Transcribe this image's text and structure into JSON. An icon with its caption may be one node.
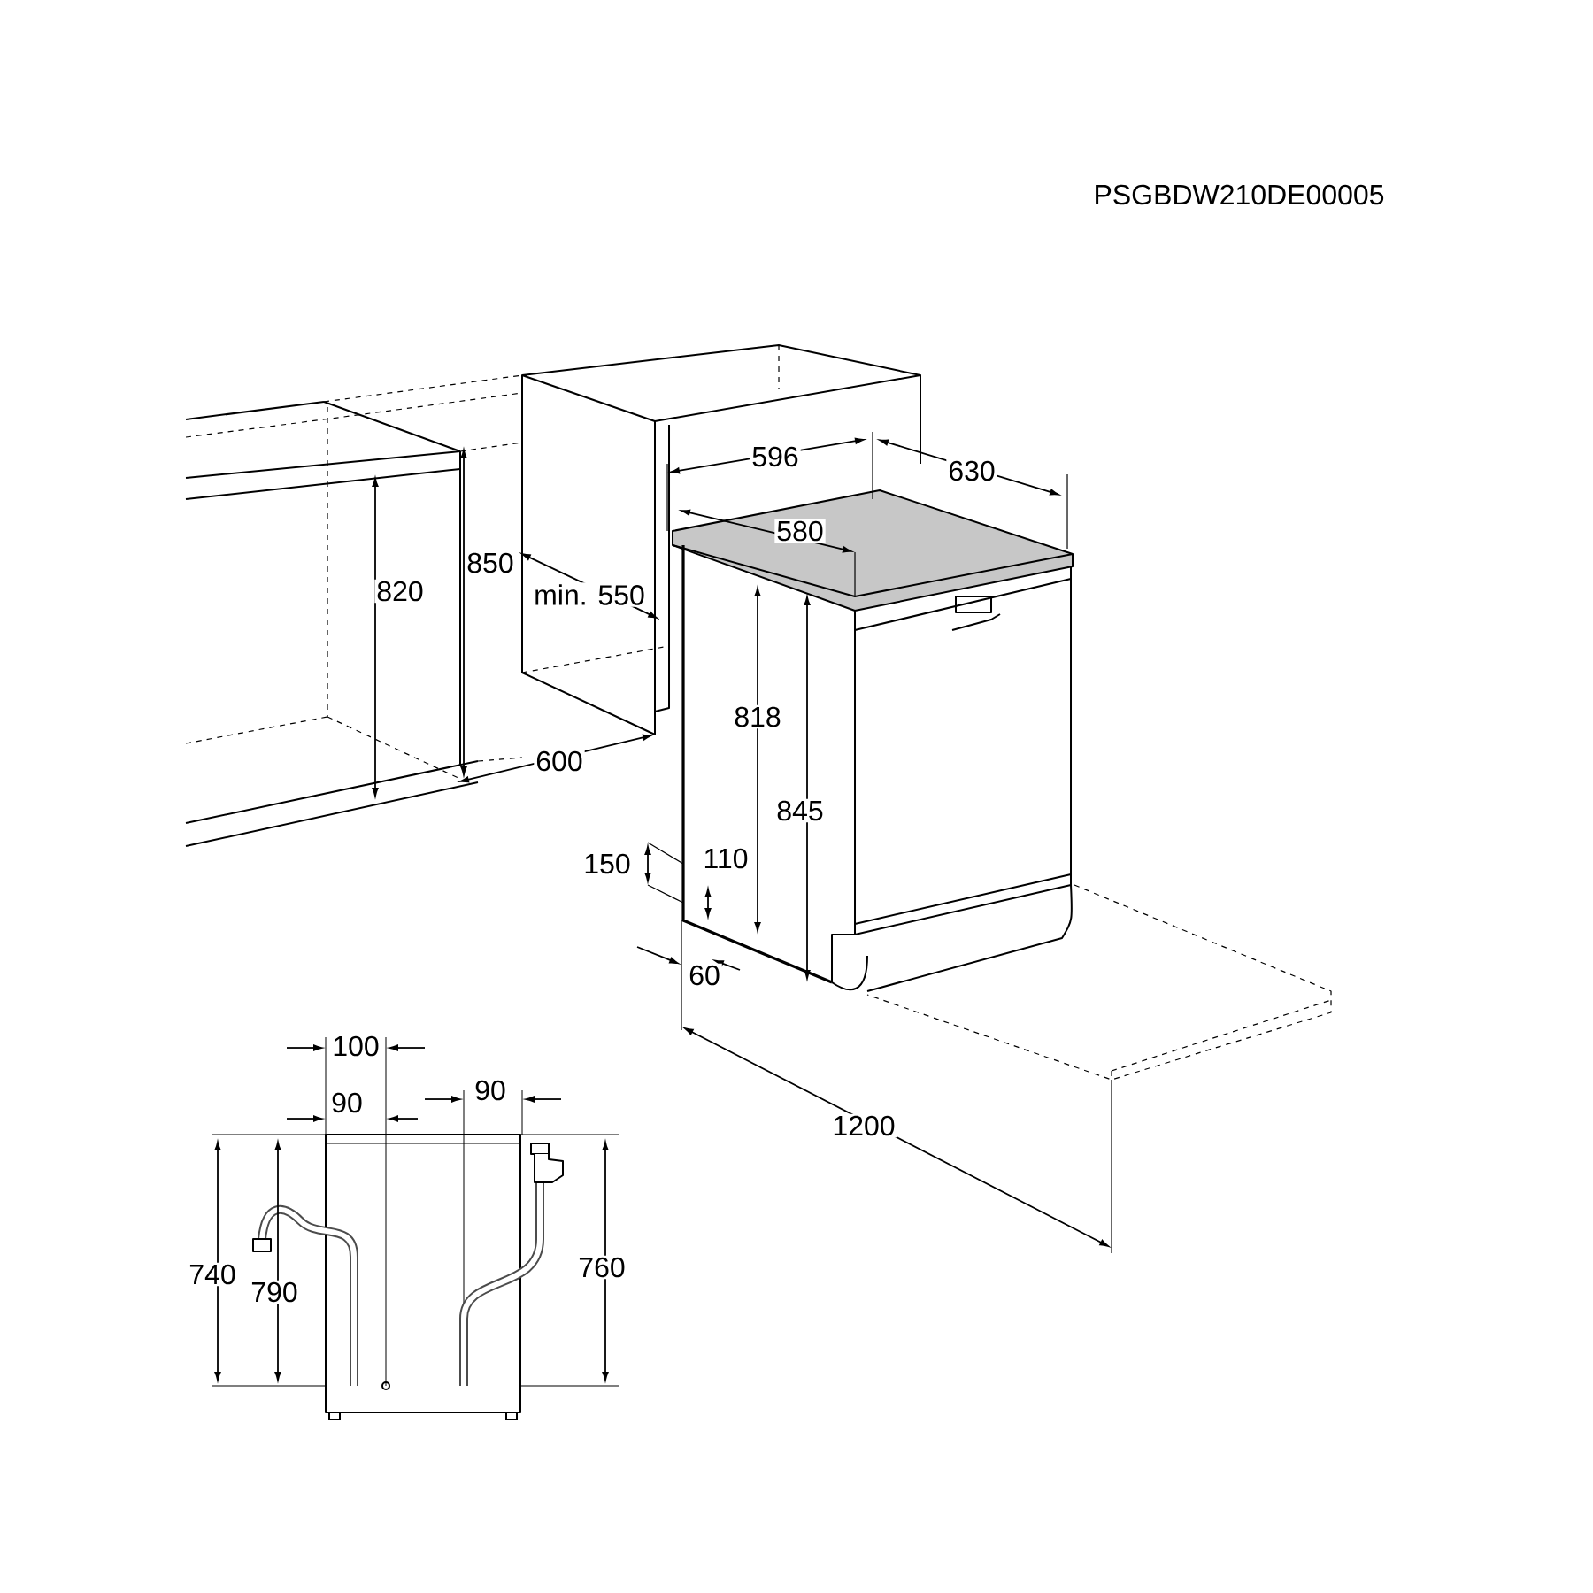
{
  "diagram": {
    "labels": [
      "PSGBDW210DE00005",
      "596",
      "630",
      "580",
      "820",
      "850",
      "min. 550",
      "818",
      "845",
      "600",
      "150",
      "110",
      "60",
      "100",
      "90",
      "90",
      "1200",
      "740",
      "790",
      "760"
    ]
  }
}
